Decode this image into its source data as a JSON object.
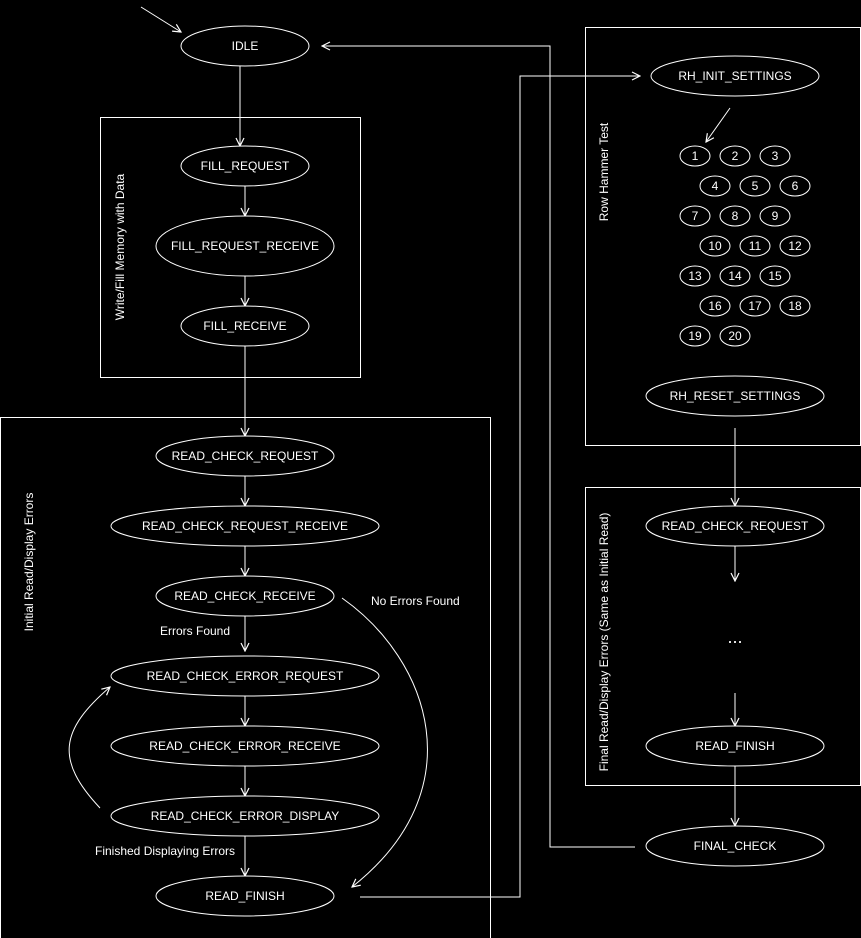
{
  "groups": {
    "write_fill": "Write/Fill Memory with Data",
    "initial_read": "Initial Read/Display Errors",
    "row_hammer": "Row Hammer Test",
    "final_read": "Final Read/Display Errors (Same as Initial Read)"
  },
  "states": {
    "idle": "IDLE",
    "fill_request": "FILL_REQUEST",
    "fill_request_receive": "FILL_REQUEST_RECEIVE",
    "fill_receive": "FILL_RECEIVE",
    "read_check_request": "READ_CHECK_REQUEST",
    "read_check_request_receive": "READ_CHECK_REQUEST_RECEIVE",
    "read_check_receive": "READ_CHECK_RECEIVE",
    "read_check_error_request": "READ_CHECK_ERROR_REQUEST",
    "read_check_error_receive": "READ_CHECK_ERROR_RECEIVE",
    "read_check_error_display": "READ_CHECK_ERROR_DISPLAY",
    "read_finish": "READ_FINISH",
    "rh_init_settings": "RH_INIT_SETTINGS",
    "rh_reset_settings": "RH_RESET_SETTINGS",
    "final_read_check_request": "READ_CHECK_REQUEST",
    "final_read_finish": "READ_FINISH",
    "final_check": "FINAL_CHECK",
    "ellipsis": "..."
  },
  "row_hammer_steps": [
    "1",
    "2",
    "3",
    "4",
    "5",
    "6",
    "7",
    "8",
    "9",
    "10",
    "11",
    "12",
    "13",
    "14",
    "15",
    "16",
    "17",
    "18",
    "19",
    "20"
  ],
  "edge_labels": {
    "errors_found": "Errors Found",
    "no_errors_found": "No Errors Found",
    "finished_displaying": "Finished Displaying Errors"
  },
  "colors": {
    "background": "#000000",
    "foreground": "#ffffff"
  }
}
